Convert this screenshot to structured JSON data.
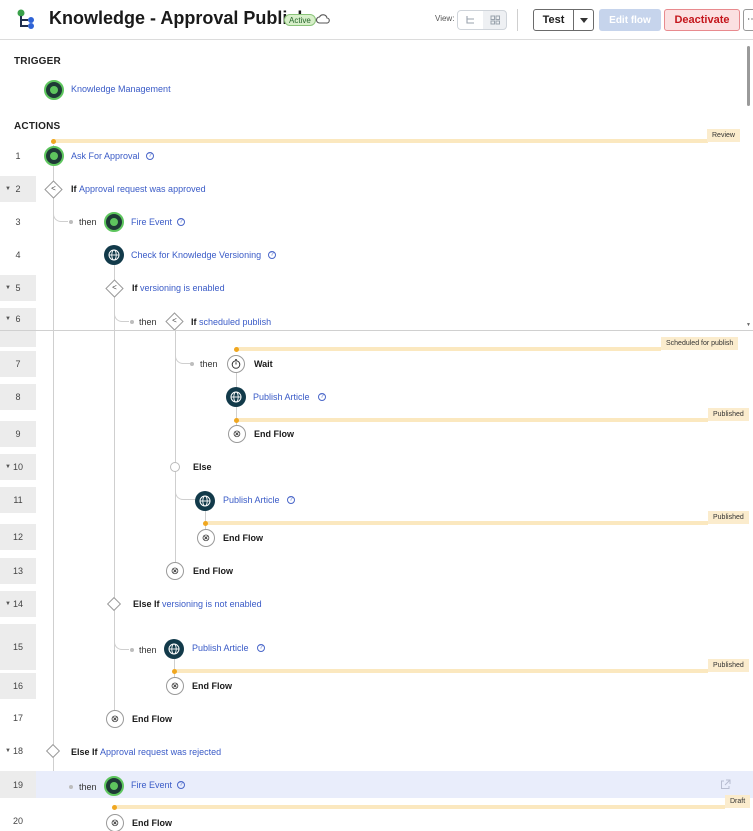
{
  "header": {
    "title": "Knowledge - Approval Publish",
    "status_badge": "Active",
    "view_label": "View:",
    "test_label": "Test",
    "edit_label": "Edit flow",
    "deactivate_label": "Deactivate"
  },
  "trigger": {
    "section_label": "TRIGGER",
    "name": "Knowledge Management"
  },
  "actions": {
    "section_label": "ACTIONS"
  },
  "steps": {
    "s1": {
      "num": "1",
      "text": "Ask For Approval"
    },
    "s2": {
      "num": "2",
      "kw": "If",
      "cond": "Approval request was approved"
    },
    "s3": {
      "num": "3",
      "then": "then",
      "text": "Fire Event"
    },
    "s4": {
      "num": "4",
      "text": "Check for Knowledge Versioning"
    },
    "s5": {
      "num": "5",
      "kw": "If",
      "cond": "versioning is enabled"
    },
    "s6": {
      "num": "6",
      "then": "then",
      "kw": "If",
      "cond": "scheduled publish"
    },
    "s7": {
      "num": "7",
      "then": "then",
      "text": "Wait"
    },
    "s8": {
      "num": "8",
      "text": "Publish Article"
    },
    "s9": {
      "num": "9",
      "text": "End Flow"
    },
    "s10": {
      "num": "10",
      "text": "Else"
    },
    "s11": {
      "num": "11",
      "text": "Publish Article"
    },
    "s12": {
      "num": "12",
      "text": "End Flow"
    },
    "s13": {
      "num": "13",
      "text": "End Flow"
    },
    "s14": {
      "num": "14",
      "kw": "Else If",
      "cond": "versioning is not enabled"
    },
    "s15": {
      "num": "15",
      "then": "then",
      "text": "Publish Article"
    },
    "s16": {
      "num": "16",
      "text": "End Flow"
    },
    "s17": {
      "num": "17",
      "text": "End Flow"
    },
    "s18": {
      "num": "18",
      "kw": "Else If",
      "cond": "Approval request was rejected"
    },
    "s19": {
      "num": "19",
      "then": "then",
      "text": "Fire Event"
    },
    "s20": {
      "num": "20",
      "text": "End Flow"
    }
  },
  "stages": {
    "review": "Review",
    "scheduled": "Scheduled for publish",
    "published1": "Published",
    "published2": "Published",
    "published3": "Published",
    "draft": "Draft"
  },
  "colors": {
    "link": "#3a5bc7",
    "stage_bar": "#fbe8bf",
    "stage_dot": "#f0a720",
    "deactivate": "#c4161c",
    "trigger_green": "#5ec65e"
  }
}
